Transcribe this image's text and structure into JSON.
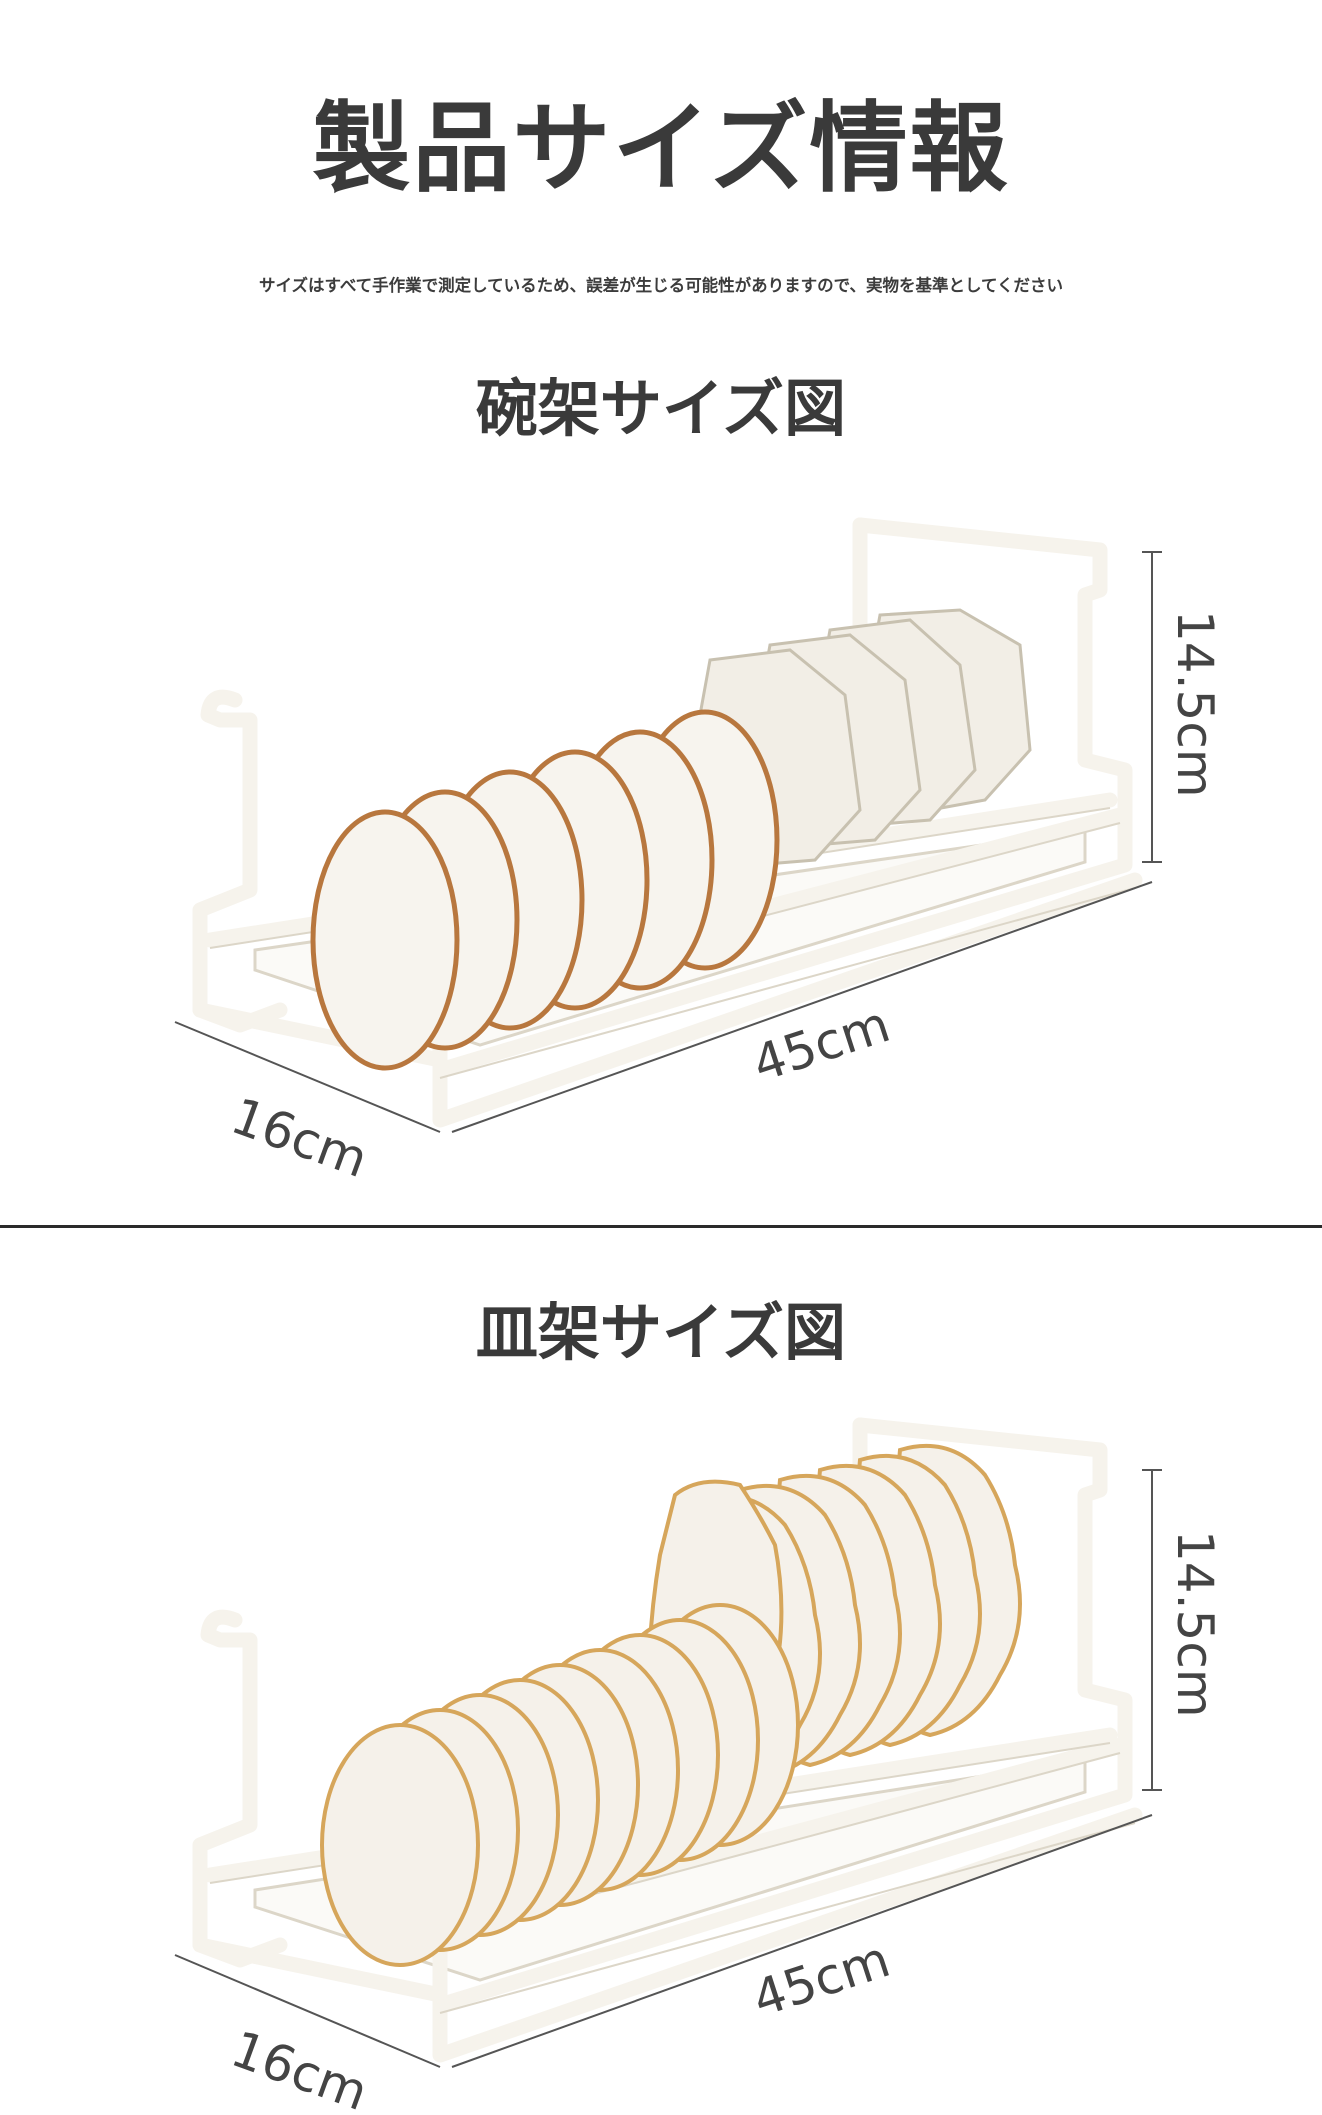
{
  "page": {
    "title": "製品サイズ情報",
    "note": "サイズはすべて手作業で測定しているため、誤差が生じる可能性がありますので、実物を基準としてください"
  },
  "sections": [
    {
      "title": "碗架サイズ図",
      "dimensions": {
        "height": "14.5cm",
        "length": "45cm",
        "depth": "16cm"
      }
    },
    {
      "title": "皿架サイズ図",
      "dimensions": {
        "height": "14.5cm",
        "length": "45cm",
        "depth": "16cm"
      }
    }
  ],
  "colors": {
    "rack": "#f6f3ec",
    "rack_edge": "#dcd6c8",
    "bowl_rim": "#b8773e",
    "plate_rim": "#d6a65b",
    "text": "#3a3a3a"
  }
}
